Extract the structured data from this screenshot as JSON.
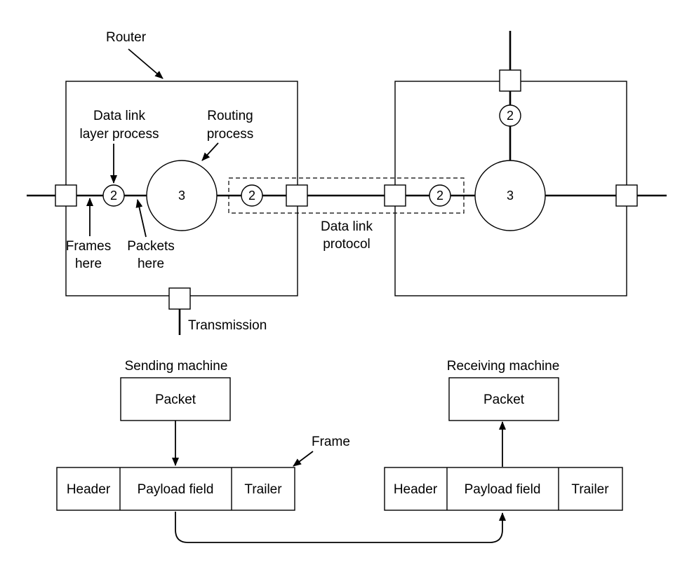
{
  "labels": {
    "router": "Router",
    "data_link_layer_process_line1": "Data link",
    "data_link_layer_process_line2": "layer process",
    "routing_process_line1": "Routing",
    "routing_process_line2": "process",
    "frames_here_line1": "Frames",
    "frames_here_line2": "here",
    "packets_here_line1": "Packets",
    "packets_here_line2": "here",
    "data_link_protocol_line1": "Data link",
    "data_link_protocol_line2": "protocol",
    "transmission": "Transmission",
    "sending_machine": "Sending machine",
    "receiving_machine": "Receiving machine",
    "frame": "Frame"
  },
  "process_numbers": {
    "data_link": "2",
    "routing": "3"
  },
  "sending": {
    "packet": "Packet",
    "header": "Header",
    "payload": "Payload field",
    "trailer": "Trailer"
  },
  "receiving": {
    "packet": "Packet",
    "header": "Header",
    "payload": "Payload field",
    "trailer": "Trailer"
  }
}
